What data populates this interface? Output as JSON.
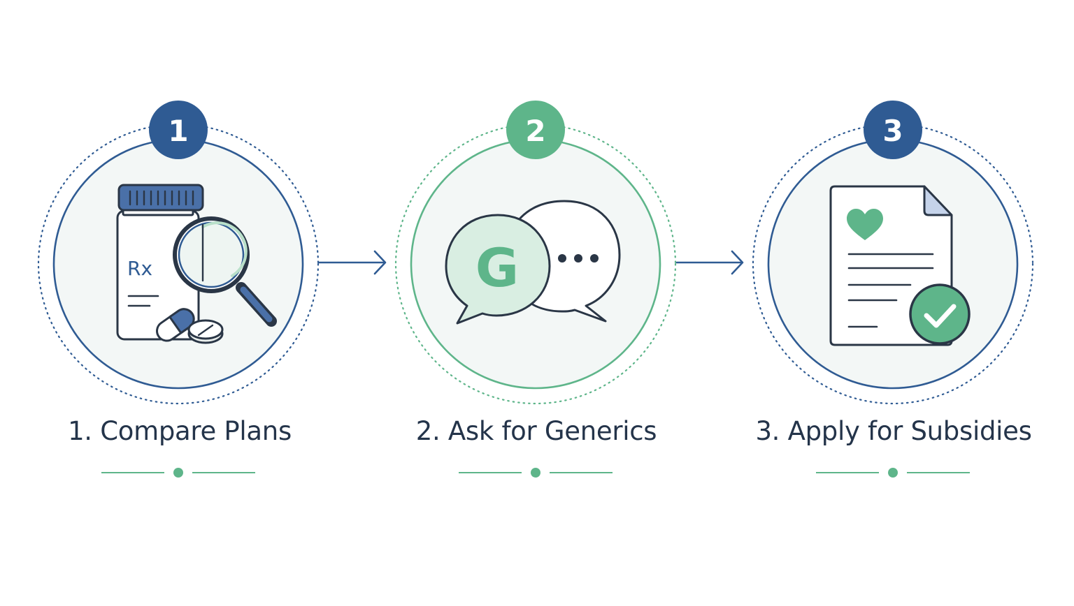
{
  "colors": {
    "navy": "#2f5b93",
    "green": "#5eb58a",
    "ink": "#2a3646",
    "pale_fill": "#f3f7f6",
    "pale_green": "#d9eee2",
    "paper": "#ffffff"
  },
  "steps": [
    {
      "number": "1",
      "label": "1. Compare Plans",
      "accent": "navy",
      "icon": "prescription-bottle-magnifier-icon",
      "rx_glyph": "Rx"
    },
    {
      "number": "2",
      "label": "2.  Ask for Generics",
      "accent": "green",
      "icon": "chat-bubbles-icon",
      "bubble_letter": "G"
    },
    {
      "number": "3",
      "label": "3.  Apply for Subsidies",
      "accent": "navy",
      "icon": "document-check-icon"
    }
  ]
}
